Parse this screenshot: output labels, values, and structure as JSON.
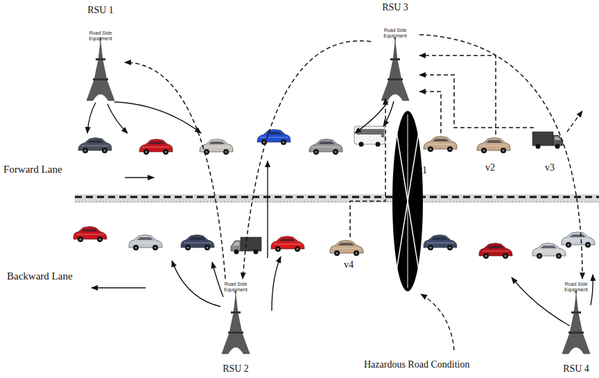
{
  "diagram": {
    "nodes": [
      {
        "text": [
          "RSU 1",
          "Road Side Equipment"
        ]
      },
      {
        "text": [
          "RSU 3",
          "Road Side Equipment"
        ]
      },
      {
        "text": [
          "v1"
        ]
      },
      {
        "text": [
          "v2"
        ]
      },
      {
        "text": [
          "v3"
        ]
      },
      {
        "text": [
          "v4"
        ]
      },
      {
        "text": [
          "RSU 2",
          "Road Side Equipment"
        ]
      },
      {
        "text": [
          "RSU 4",
          "Road Side Equipment"
        ]
      }
    ],
    "edges": [
      {
        "from": 2,
        "to": 1,
        "arrow": "to"
      },
      {
        "from": 3,
        "to": 1,
        "arrow": "to"
      },
      {
        "from": 4,
        "to": 1,
        "arrow": "to"
      },
      {
        "from": 5,
        "to": 1,
        "arrow": "to"
      },
      {
        "from": 1,
        "to": 6,
        "arrow": "to"
      },
      {
        "from": 6,
        "to": 0,
        "arrow": "to"
      },
      {
        "from": 1,
        "to": 7,
        "arrow": "to"
      }
    ],
    "labels": [
      "Forward Lane",
      "Backward Lane",
      "Hazardous Road Condition"
    ]
  }
}
